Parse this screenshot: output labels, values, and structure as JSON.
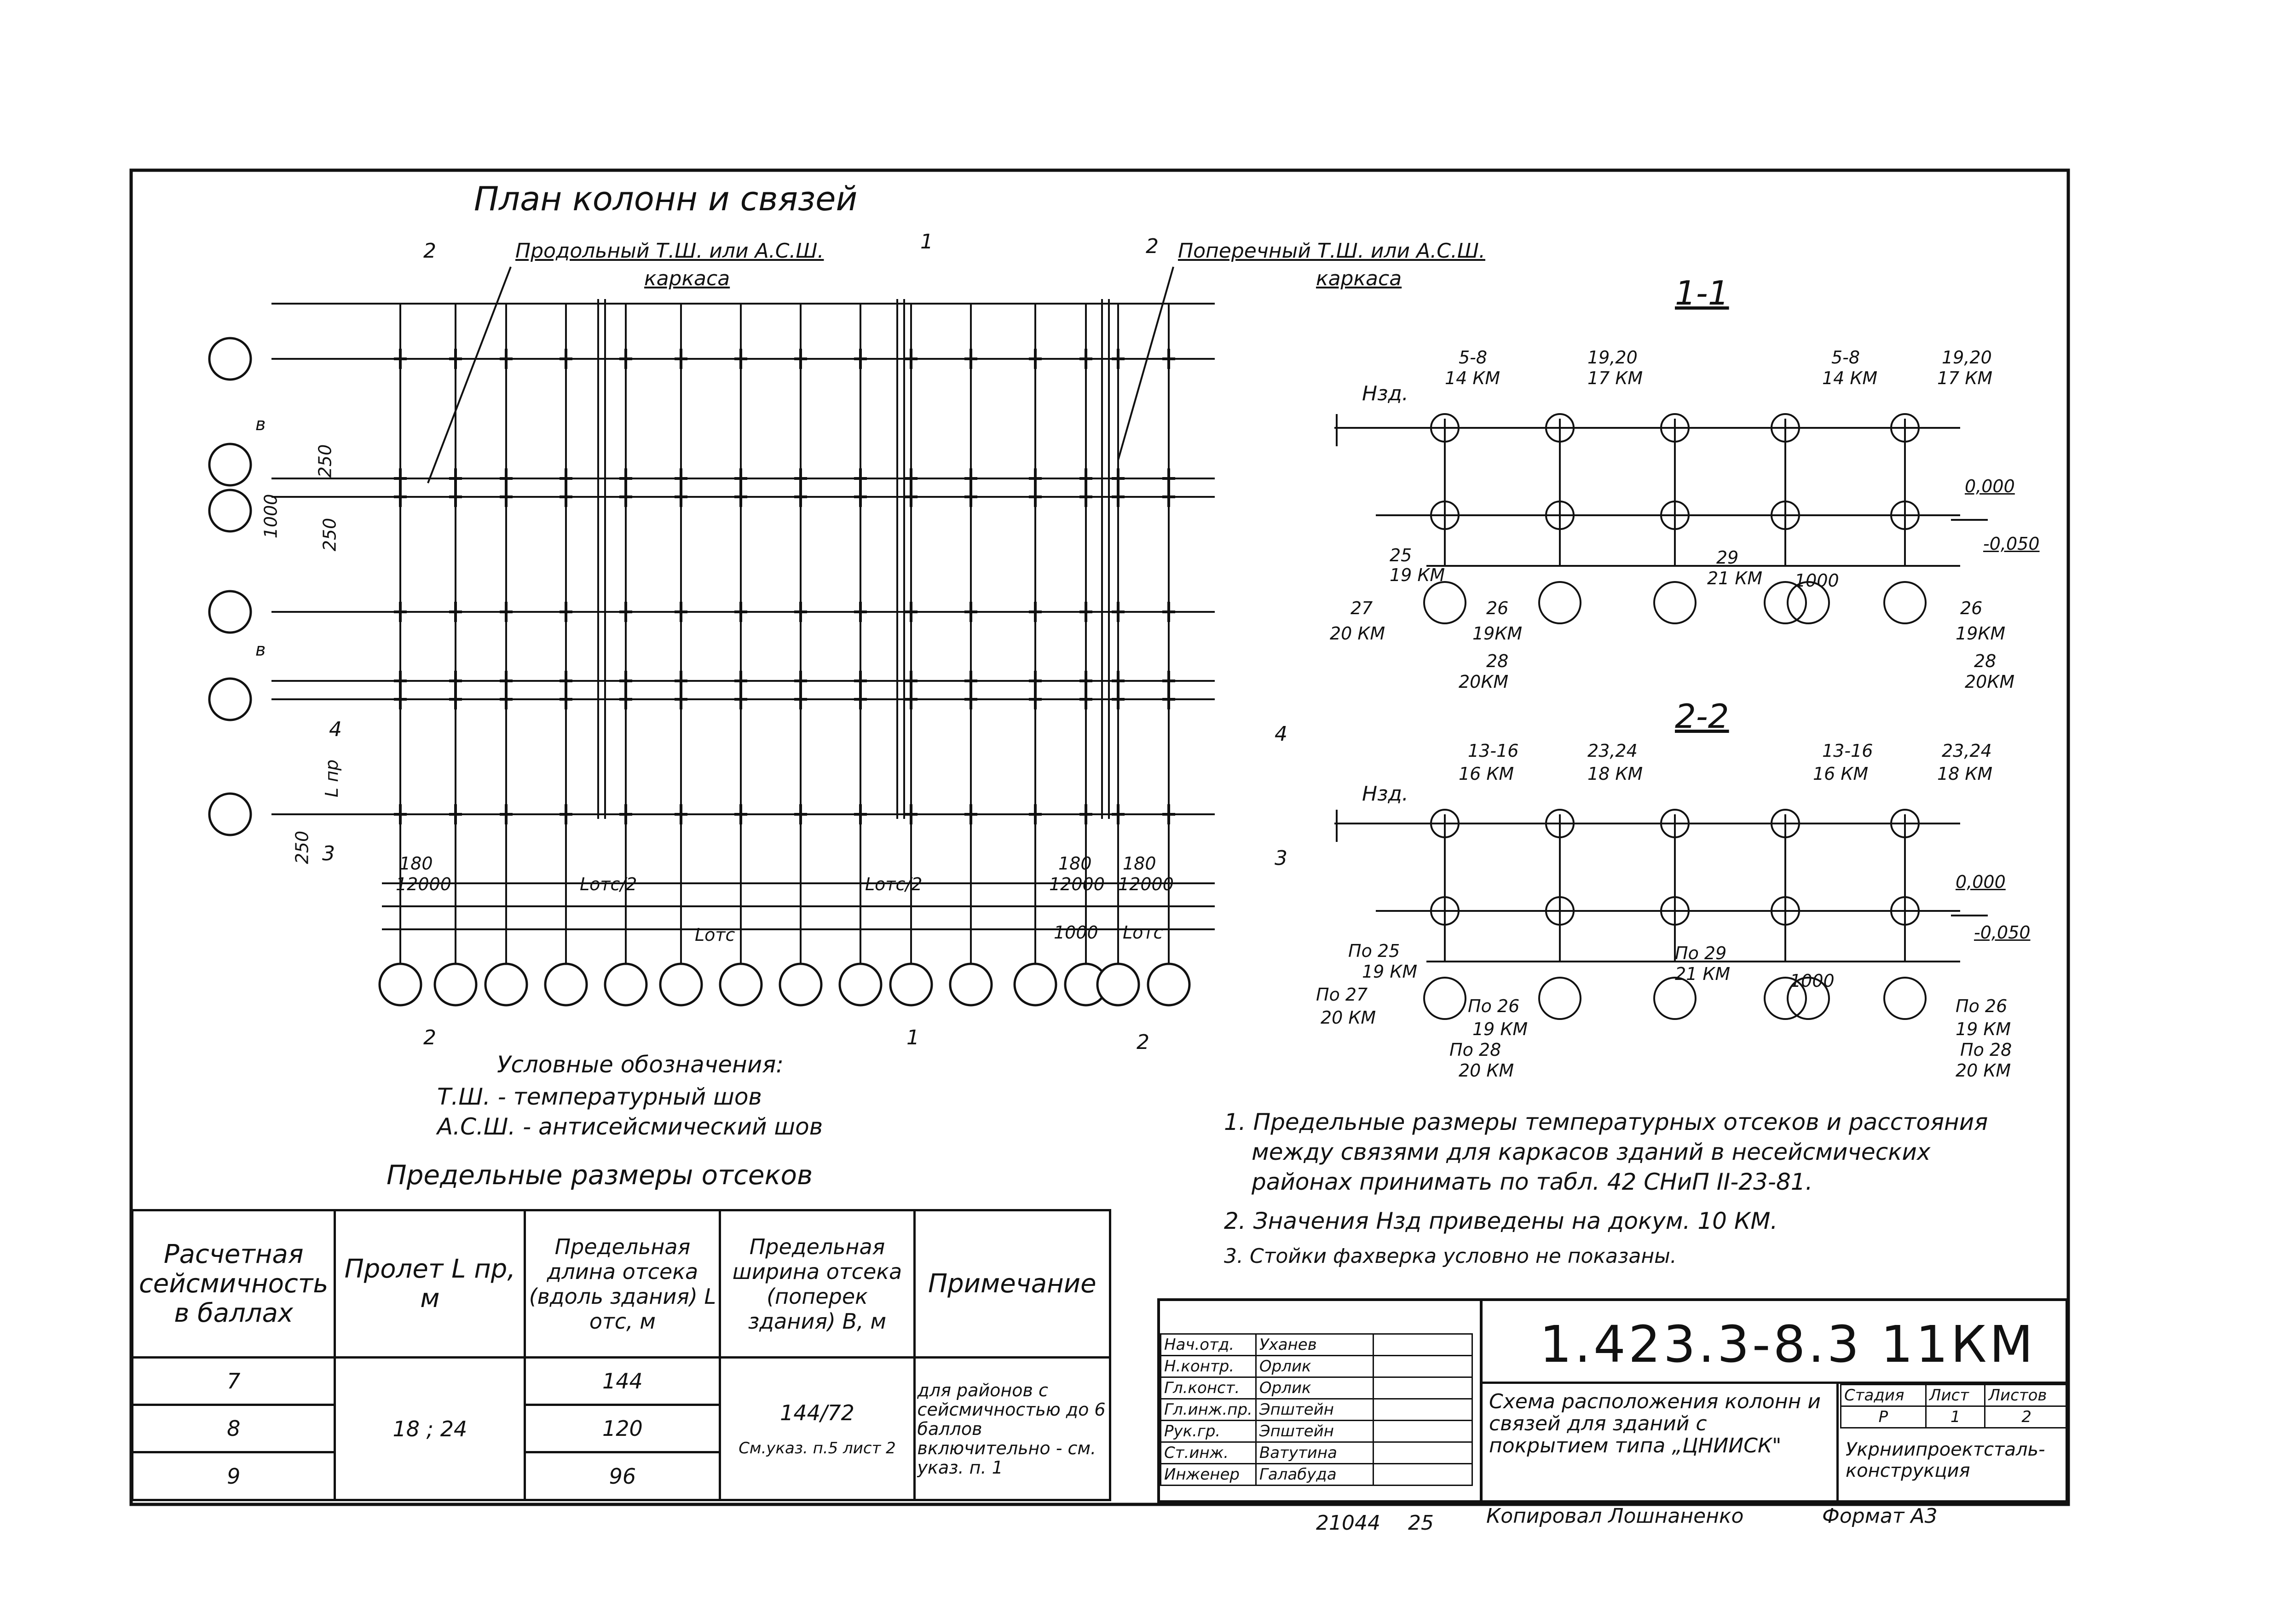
{
  "plan": {
    "title": "План колонн и связей",
    "callout_longitudinal": "Продольный Т.Ш. или А.С.Ш.",
    "callout_transverse": "Поперечный Т.Ш. или А.С.Ш.",
    "callout_karkas": "каркаса",
    "section_marks": [
      "2",
      "1",
      "2",
      "4",
      "3",
      "2",
      "1",
      "2",
      "4",
      "3"
    ],
    "dim_labels": {
      "d250": "250",
      "d1000": "1000",
      "d180": "180",
      "d12000": "12000",
      "lotc": "Lотс",
      "lotc_half": "Lотс/2",
      "lpr": "L пр",
      "b": "в"
    }
  },
  "sections": {
    "s1_title": "1-1",
    "s2_title": "2-2",
    "hzd": "Нзд.",
    "s1_labels": [
      "5-8",
      "14 КМ",
      "19,20",
      "17 КМ",
      "25",
      "19 КМ",
      "27",
      "20 КМ",
      "26",
      "19КМ",
      "28",
      "20КМ",
      "29",
      "21 КМ",
      "1000",
      "0,000",
      "-0,050"
    ],
    "s2_labels": [
      "13-16",
      "16 КМ",
      "23,24",
      "18 КМ",
      "По 25",
      "19 КМ",
      "По 27",
      "20 КМ",
      "По 26",
      "По 28",
      "По 29",
      "21 КМ",
      "1000",
      "0,000",
      "-0,050"
    ]
  },
  "legend": {
    "title": "Условные обозначения:",
    "line1": "Т.Ш. - температурный шов",
    "line2": "А.С.Ш. - антисейсмический шов"
  },
  "notes": [
    "1. Предельные размеры температурных отсеков и расстояния",
    "между связями для каркасов зданий в несейсмических",
    "районах принимать по табл. 42 СНиП II-23-81.",
    "2. Значения Нзд приведены на докум. 10 КМ.",
    "3. Стойки фахверка условно не показаны."
  ],
  "table": {
    "caption": "Предельные размеры отсеков",
    "headers": [
      "Расчетная сейсмичность в баллах",
      "Пролет L пр, м",
      "Предельная длина отсека (вдоль здания) L отс, м",
      "Предельная ширина отсека (поперек здания) В, м",
      "Примечание"
    ],
    "rows": [
      {
        "seismic": "7",
        "length": "144"
      },
      {
        "seismic": "8",
        "length": "120"
      },
      {
        "seismic": "9",
        "length": "96"
      }
    ],
    "span": "18 ; 24",
    "width": "144/72",
    "width_note": "См.указ. п.5 лист 2",
    "remark": "для районов с сейсмичностью до 6 баллов включительно - см. указ. п. 1"
  },
  "stamp": {
    "code": "1.423.3-8.3  11КМ",
    "description": "Схема расположения колонн и связей для зданий с покрытием типа „ЦНИИСК\"",
    "roles": [
      "Нач.отд.",
      "Н.контр.",
      "Гл.конст.",
      "Гл.инж.пр.",
      "Рук.гр.",
      "Ст.инж.",
      "Инженер"
    ],
    "names": [
      "Уханев",
      "Орлик",
      "Орлик",
      "Эпштейн",
      "Эпштейн",
      "Ватутина",
      "Галабуда"
    ],
    "stage_label": "Стадия",
    "sheet_label": "Лист",
    "sheets_label": "Листов",
    "stage": "Р",
    "sheet": "1",
    "sheets": "2",
    "org": "Укрниипроектсталь-конструкция"
  },
  "footer": {
    "inv": "21044",
    "num": "25",
    "copied": "Копировал Лошнаненко",
    "format": "Формат А3"
  }
}
